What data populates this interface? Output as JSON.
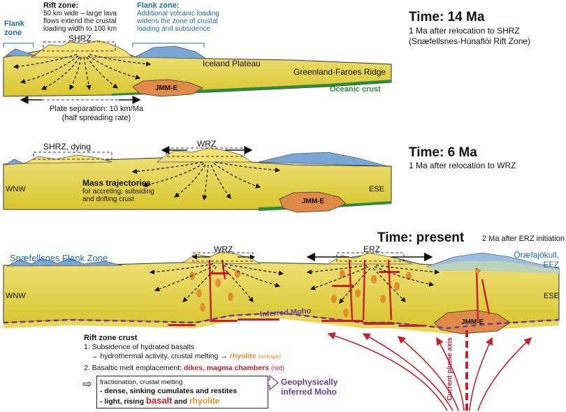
{
  "panel1": {
    "time_title": "Time: 14 Ma",
    "time_sub1": "1 Ma after relocation to SHRZ",
    "time_sub2": "(Snæfellsnes-Húnaflói Rift Zone)",
    "flank_left": "Flank zone",
    "rift_zone_title": "Rift zone:",
    "rift_zone_text": "50 km wide – large lava flows extend the crustal loading width to 100 km",
    "flank_right_title": "Flank zone:",
    "flank_right_text": "Additional volcanic loading widens the zone of crustal loading and subsidence",
    "shrz": "SHRZ",
    "iceland_plateau": "Iceland Plateau",
    "gf_ridge": "Greenland-Faroes Ridge",
    "oceanic_crust": "Oceanic crust",
    "jmm": "JMM-E",
    "plate_sep1": "Plate separation: 10 km/Ma",
    "plate_sep2": "(half spreading rate)"
  },
  "panel2": {
    "time_title": "Time: 6 Ma",
    "time_sub": "1 Ma after relocation to WRZ",
    "shrz_dying": "SHRZ, dying",
    "wrz": "WRZ",
    "wnw": "WNW",
    "ese": "ESE",
    "mass_title": "Mass trajectories",
    "mass_text1": "for accreting, subsiding",
    "mass_text2": "and drifting crust",
    "jmm": "JMM-E"
  },
  "panel3": {
    "time_title": "Time: present",
    "time_sub": "2 Ma after ERZ initiation",
    "snaefellsnes": "Snæfellsnes Flank Zone",
    "wrz": "WRZ",
    "erz": "ERZ",
    "oraefa1": "Öræfajökull,",
    "oraefa2": "EFZ",
    "wnw": "WNW",
    "ese": "ESE",
    "moho": "Inferred Moho",
    "jmm": "JMM-E",
    "plume": "Current plume axis"
  },
  "legend": {
    "title": "Rift zone crust",
    "item1": "1. Subsidence of hydrated basalts",
    "item1b_pre": "→ hydrothermal activity, crustal melting →",
    "item1b_rhy": "rhyolite",
    "item1b_org": "(orange)",
    "item2_pre": "2. Basaltic melt emplacement:",
    "item2_red": "dikes, magma chambers",
    "item2_post": "(red)",
    "box_line1": "fractionation, crustal melting",
    "box_line2": "- dense, sinking cumulates and restites",
    "box_line3_pre": "- light, rising",
    "box_line3_basalt": "basalt",
    "box_line3_and": "and",
    "box_line3_rhy": "rhyolite",
    "geo1": "Geophysically",
    "geo2": "inferred Moho",
    "arrow_glyph": "⇨"
  },
  "colors": {
    "crust": "#e3d23c",
    "crust_light": "#f2e88a",
    "volcanic": "#f5e070",
    "ice": "#7aa6d6",
    "oceanic": "#2e8b3a",
    "jmm": "#e08a4a",
    "magma": "#c8202f",
    "rhyolite": "#e0902a",
    "moho": "#6a3b96",
    "flank_blue": "#1f6fa6"
  }
}
